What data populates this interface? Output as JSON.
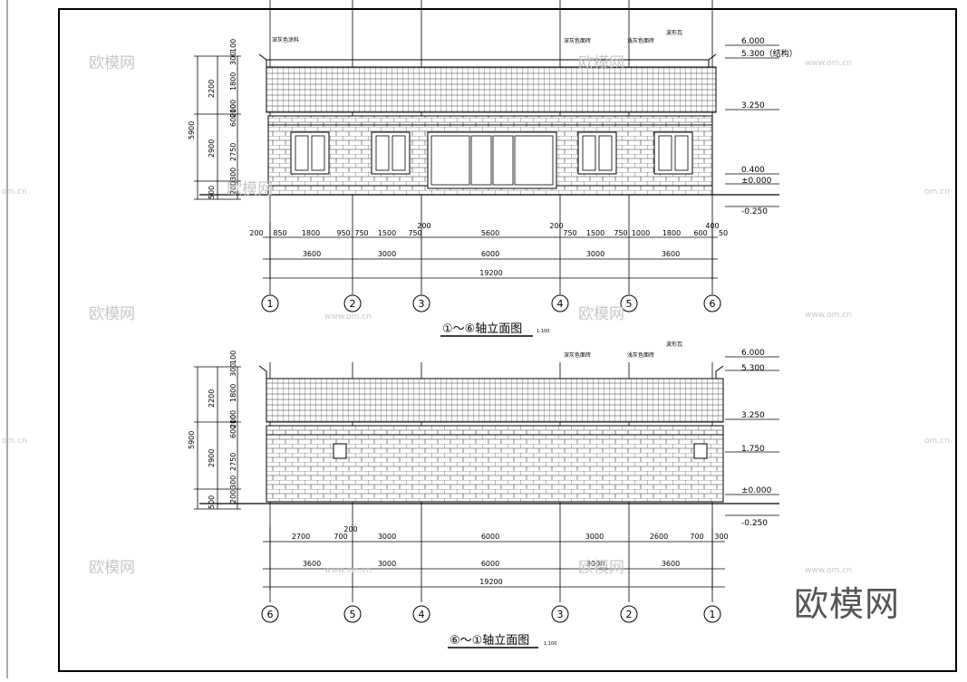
{
  "top_view": {
    "title": "①～⑥轴立面图",
    "scale": "1:100",
    "annotations": [
      "深灰色涂料",
      "深灰色面砖",
      "浅灰色面砖",
      "波形瓦"
    ],
    "elevations": [
      "6.000",
      "5.300（结构）",
      "3.250",
      "0.400",
      "±0.000",
      "-0.250"
    ],
    "vertical_dims_inner": [
      "100",
      "300",
      "1800",
      "100",
      "200",
      "600",
      "2750",
      "300",
      "200"
    ],
    "vertical_dims_outer": [
      "2200",
      "2900",
      "500"
    ],
    "vertical_total": "5900",
    "dims_row1": [
      "200",
      "850",
      "1800",
      "950",
      "750",
      "1500",
      "750",
      "200",
      "5600",
      "200",
      "750",
      "1500",
      "750",
      "1000",
      "1800",
      "600",
      "400",
      "50"
    ],
    "dims_row2": [
      "3600",
      "3000",
      "6000",
      "3000",
      "3600"
    ],
    "dims_total": "19200",
    "axes": [
      "1",
      "2",
      "3",
      "4",
      "5",
      "6"
    ]
  },
  "bottom_view": {
    "title": "⑥～①轴立面图",
    "scale": "1:100",
    "annotations": [
      "深灰色面砖",
      "浅灰色面砖",
      "波形瓦"
    ],
    "elevations": [
      "6.000",
      "5.300",
      "3.250",
      "1.750",
      "±0.000",
      "-0.250"
    ],
    "vertical_dims_inner": [
      "100",
      "300",
      "1800",
      "100",
      "200",
      "600",
      "2750",
      "300",
      "200"
    ],
    "vertical_dims_outer": [
      "2200",
      "2900",
      "500"
    ],
    "vertical_total": "5900",
    "dims_row1": [
      "2700",
      "700",
      "200",
      "3000",
      "6000",
      "3000",
      "2600",
      "700",
      "300"
    ],
    "dims_row2": [
      "3600",
      "3000",
      "6000",
      "3000",
      "3600"
    ],
    "dims_total": "19200",
    "axes": [
      "6",
      "5",
      "4",
      "3",
      "2",
      "1"
    ]
  },
  "watermarks": {
    "logo_text": "欧模网",
    "site_text": "www.om.cn",
    "edge_text": "om.cn"
  }
}
